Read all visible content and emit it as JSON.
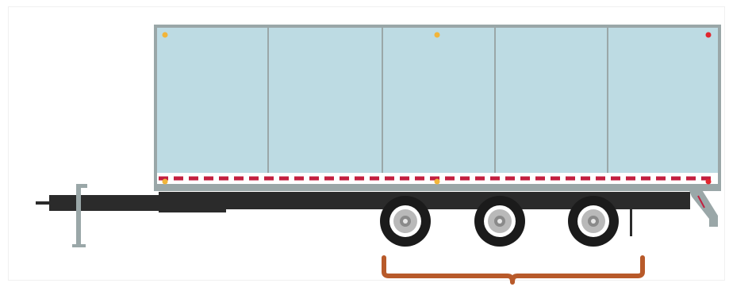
{
  "illustration": {
    "subject": "trailer-with-three-axles",
    "colors": {
      "trailer_body": "#bddbe3",
      "trailer_frame": "#9aa7a8",
      "panel_seam": "#9aa7a8",
      "chassis": "#2b2b2b",
      "tire": "#1b1b1b",
      "hub": "#b9b9b9",
      "reflective_stripe_red": "#c31f3f",
      "reflective_stripe_white": "#ffffff",
      "marker_amber": "#f2b53a",
      "marker_red": "#e1262e",
      "bracket": "#b85a2a",
      "landing_gear": "#9aa7a8"
    },
    "panel_count": 5,
    "axle_count": 3
  }
}
